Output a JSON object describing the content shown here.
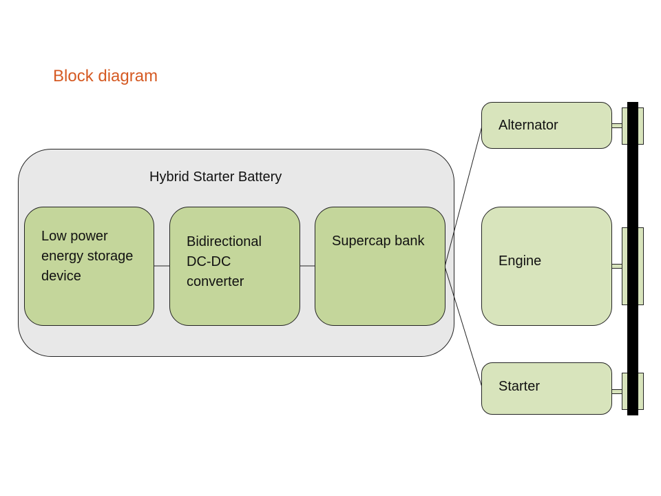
{
  "title": "Block diagram",
  "hybrid_battery": {
    "label": "Hybrid Starter Battery",
    "blocks": [
      {
        "id": "storage",
        "lines": [
          "Low power",
          "energy storage",
          "device"
        ]
      },
      {
        "id": "converter",
        "lines": [
          "Bidirectional",
          "DC-DC",
          "converter"
        ]
      },
      {
        "id": "supercap",
        "lines": [
          "Supercap bank"
        ]
      }
    ]
  },
  "external": [
    {
      "id": "alternator",
      "label": "Alternator"
    },
    {
      "id": "engine",
      "label": "Engine"
    },
    {
      "id": "starter",
      "label": "Starter"
    }
  ],
  "colors": {
    "title": "#d55a23",
    "container_fill": "#e8e8e8",
    "block_fill": "#c4d69b",
    "external_fill": "#d8e4bc",
    "belt": "#000000"
  }
}
